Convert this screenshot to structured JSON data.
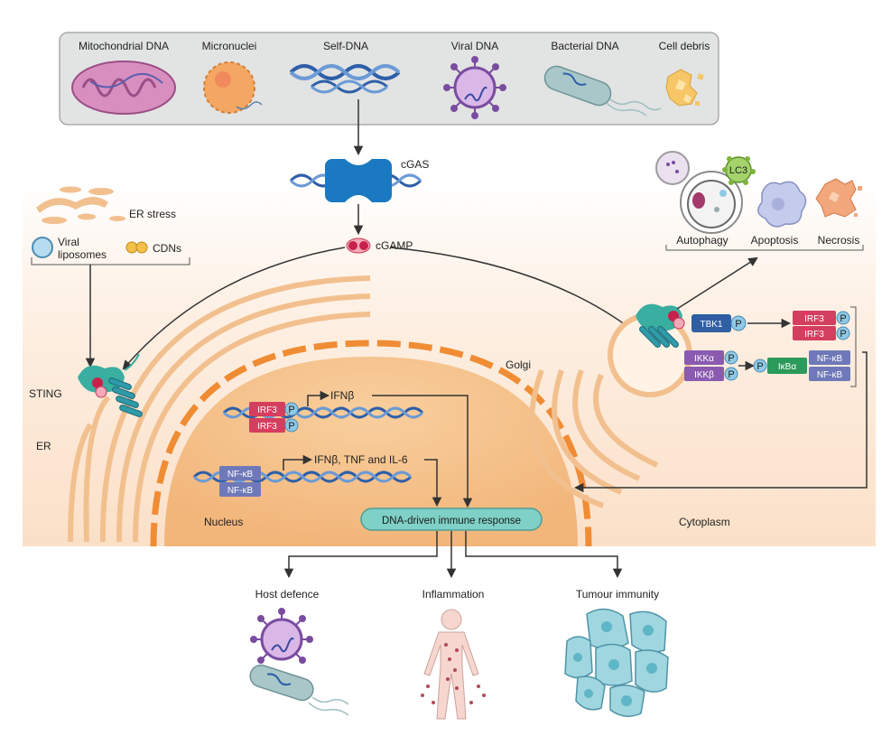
{
  "sources": {
    "mito": "Mitochondrial DNA",
    "micronuclei": "Micronuclei",
    "selfdna": "Self-DNA",
    "viral": "Viral DNA",
    "bacterial": "Bacterial DNA",
    "debris": "Cell debris"
  },
  "sensors": {
    "cgas": "cGAS",
    "cgamp": "cGAMP",
    "er_stress": "ER stress",
    "viral_liposomes_1": "Viral",
    "viral_liposomes_2": "liposomes",
    "cdns": "CDNs"
  },
  "compartments": {
    "sting": "STING",
    "er": "ER",
    "golgi": "Golgi",
    "nucleus": "Nucleus",
    "cytoplasm": "Cytoplasm"
  },
  "cell_death": {
    "lc3": "LC3",
    "autophagy": "Autophagy",
    "apoptosis": "Apoptosis",
    "necrosis": "Necrosis"
  },
  "signaling": {
    "tbk1": "TBK1",
    "p": "P",
    "irf3": "IRF3",
    "ikka": "IKKα",
    "ikkb": "IKKβ",
    "ikba": "IκBα",
    "nfkb": "NF-κB"
  },
  "genes": {
    "ifnb": "IFNβ",
    "ifnb_tnf_il6": "IFNβ, TNF and IL-6"
  },
  "response": {
    "box": "DNA-driven immune response",
    "host": "Host defence",
    "inflammation": "Inflammation",
    "tumour": "Tumour immunity"
  },
  "colors": {
    "irf3": "#d43f5f",
    "nfkb": "#6f79b9",
    "ikk": "#8a5bb0",
    "tbk1": "#2f5ea3",
    "ikba": "#2b9a5a",
    "p_circle": "#8ec9e6",
    "sting": "#3aaea0",
    "er": "#f4c79a",
    "nucleus": "#f6c48f",
    "response_box": "#7fd0c6",
    "dna_blue": "#2e5fa8"
  }
}
